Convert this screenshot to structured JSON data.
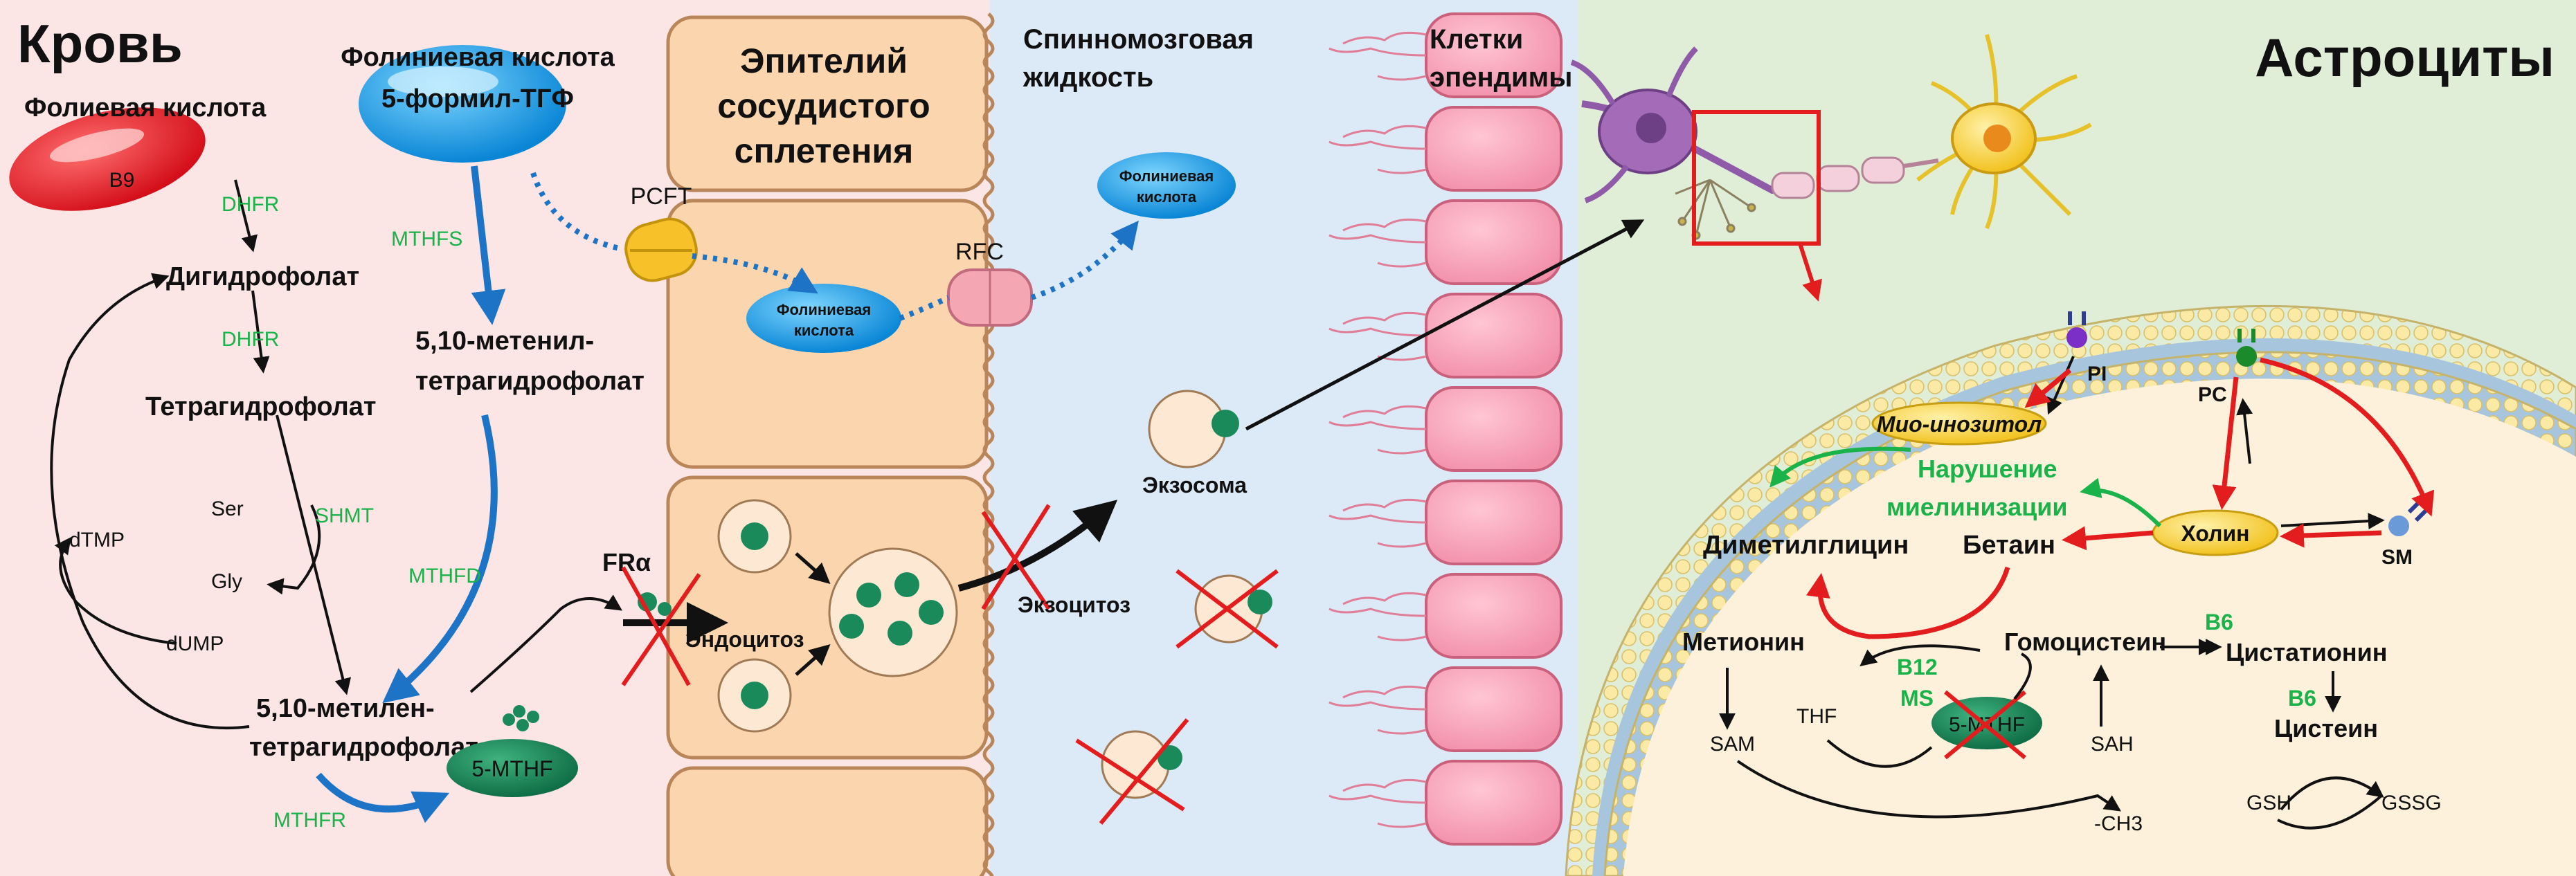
{
  "regions": {
    "blood": "Кровь",
    "epithelium": [
      "Эпителий",
      "сосудистого",
      "сплетения"
    ],
    "csf": [
      "Спинномозговая",
      "жидкость"
    ],
    "ependyma": [
      "Клетки",
      "эпендимы"
    ],
    "astrocytes": "Астроциты"
  },
  "blood": {
    "folic_acid": "Фолиевая кислота",
    "b9": "B9",
    "dhfr_1": "DHFR",
    "dihydrofolate": "Дигидрофолат",
    "dhfr_2": "DHFR",
    "tetrahydrofolate": "Тетрагидрофолат",
    "ser": "Ser",
    "shmt": "SHMT",
    "gly": "Gly",
    "dtmp": "dTMP",
    "dump": "dUMP",
    "methylene_thf": [
      "5,10-метилен-",
      "тетрагидрофолат"
    ],
    "mthfr": "MTHFR",
    "five_mthf": "5-MTHF",
    "folinic_acid": "Фолиниевая кислота",
    "formyl_thf": "5-формил-ТГФ",
    "mthfs": "MTHFS",
    "methenyl_thf": [
      "5,10-метенил-",
      "тетрагидрофолат"
    ],
    "mthfd": "MTHFD"
  },
  "transport": {
    "pcft": "PCFT",
    "rfc": "RFC",
    "folinic_in_cell": [
      "Фолиниевая",
      "кислота"
    ],
    "folinic_csf": [
      "Фолиниевая",
      "кислота"
    ],
    "fra": "FRα",
    "endocytosis": "Эндоцитоз",
    "exocytosis": "Экзоцитоз",
    "exosome": "Экзосома"
  },
  "astro": {
    "pi": "PI",
    "pc": "PC",
    "sm": "SM",
    "myo_inositol": "Мио-инозитол",
    "myelination": [
      "Нарушение",
      "миелинизации"
    ],
    "choline": "Холин",
    "dimethylglycine": "Диметилглицин",
    "betaine": "Бетаин",
    "methionine": "Метионин",
    "homocysteine": "Гомоцистеин",
    "b6_1": "B6",
    "cystathionine": "Цистатионин",
    "b12": "B12",
    "ms": "MS",
    "thf": "THF",
    "five_mthf": "5-MTHF",
    "sam": "SAM",
    "sah": "SAH",
    "ch3": "-CH3",
    "b6_2": "B6",
    "cysteine": "Цистеин",
    "gsh": "GSH",
    "gssg": "GSSG"
  },
  "colors": {
    "blood_bg": "#fbe5e5",
    "epithelium_bg": "#fde8d2",
    "csf_bg": "#dce9f6",
    "astro_bg": "#e1eed7",
    "enzyme_green": "#19b34a",
    "arrow_blue": "#1d74c6",
    "arrow_red": "#e31d1d",
    "cross_red": "#e31d1d"
  }
}
